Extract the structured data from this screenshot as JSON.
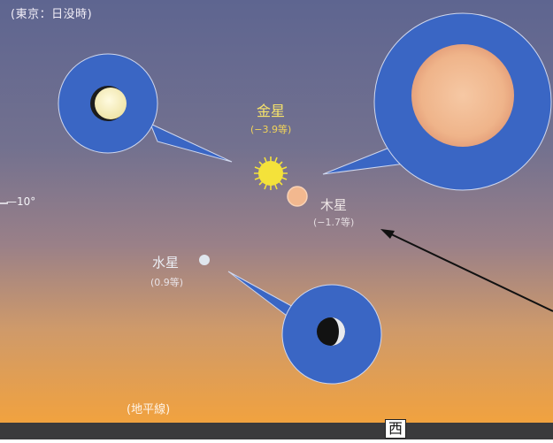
{
  "caption": "(東京：日没時)",
  "altitude_tick": "—10°",
  "planets": {
    "venus": {
      "name": "金星",
      "magnitude": "(−3.9等)"
    },
    "jupiter": {
      "name": "木星",
      "magnitude": "(−1.7等)"
    },
    "mercury": {
      "name": "水星",
      "magnitude": "(0.9等)"
    }
  },
  "horizon_label": "(地平線)",
  "direction": "西",
  "colors": {
    "sky_top": "#5e6590",
    "sky_mid": "#8a7a8e",
    "sky_low": "#d8a060",
    "sky_horizon": "#f0a040",
    "ground": "#3a3a3c",
    "inset_blue": "#3a66c4",
    "venus": "#f4e23a",
    "jupiter": "#f2b88f",
    "mercury": "#dfe6ee"
  }
}
